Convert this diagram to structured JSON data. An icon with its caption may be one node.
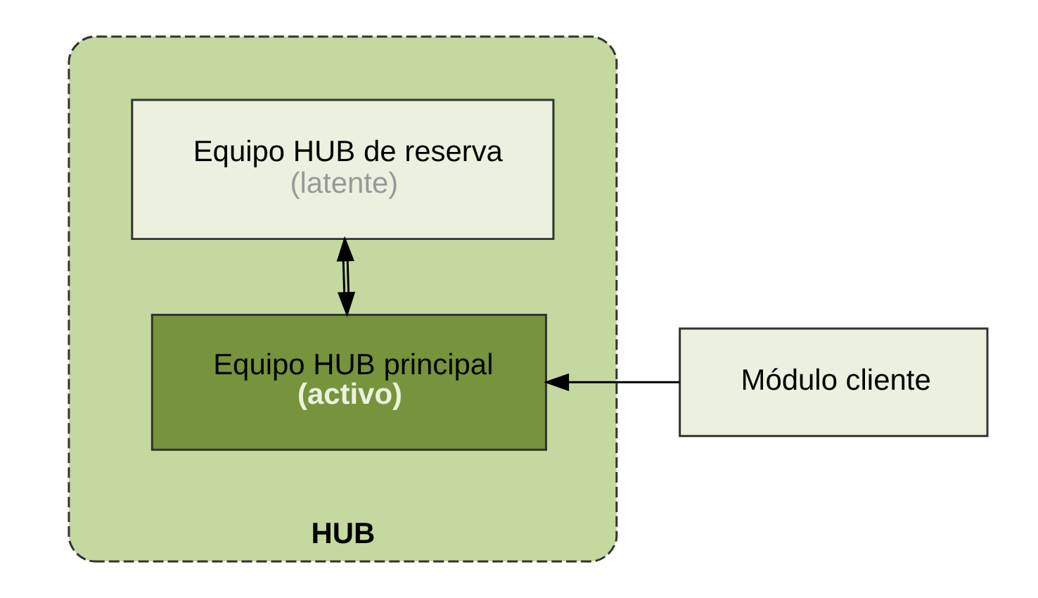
{
  "diagram": {
    "nodes": [
      {
        "text": [
          "HUB"
        ]
      },
      {
        "text": [
          "Equipo HUB de reserva",
          "(latente)"
        ],
        "in": 0
      },
      {
        "text": [
          "Equipo HUB principal",
          "(activo)"
        ],
        "in": 0
      },
      {
        "text": [
          "Módulo cliente"
        ]
      }
    ],
    "edges": [
      {
        "from": 1,
        "to": 2,
        "arrow": "both"
      },
      {
        "from": 3,
        "to": 2,
        "arrow": "to"
      }
    ]
  }
}
